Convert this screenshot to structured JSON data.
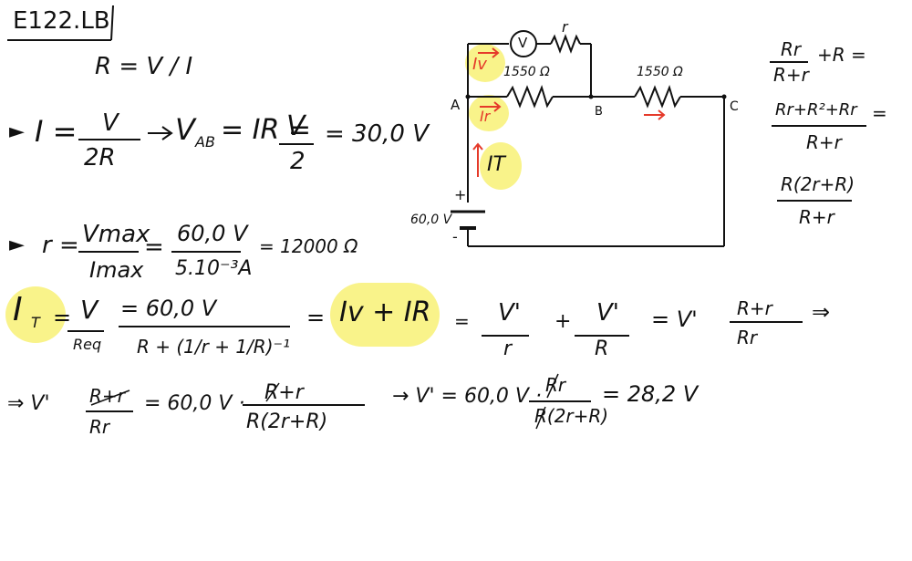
{
  "header": {
    "title": "E122.LB"
  },
  "formulas": {
    "ohm": "R = V / I",
    "f1": {
      "lhs": "I =",
      "num": "V",
      "den": "2R",
      "vab": "V",
      "vab_sub": "AB",
      "mid": "= IR =",
      "num2": "V",
      "den2": "2",
      "result": "= 30,0 V"
    },
    "f2": {
      "lhs": "r =",
      "num1": "Vmax",
      "den1": "Imax",
      "eq": "=",
      "num2": "60,0 V",
      "den2": "5.10⁻³A",
      "result": "= 12000 Ω"
    },
    "f3": {
      "it": "I",
      "it_sub": "T",
      "eq": "=",
      "v": "V",
      "req": "Req",
      "num": "= 60,0 V",
      "den": "R + (1/r + 1/R)⁻¹",
      "eq2": "=",
      "iv": "Iv + IR",
      "eq3": "=",
      "n1": "V'",
      "d1": "r",
      "plus": "+",
      "n2": "V'",
      "d2": "R",
      "eq4": "= V'",
      "n3": "R+r",
      "d3": "Rr",
      "arrow": "⇒"
    },
    "f4": {
      "start": "⇒ V'",
      "n1": "R+r",
      "d1": "Rr",
      "eq": "= 60,0 V ·",
      "n2": "R+r",
      "d2": "R(2r+R)",
      "arrow": "→ V' = 60,0 V ·",
      "n3": "Rr",
      "d3": "R(2r+R)",
      "result": "= 28,2 V"
    },
    "side": {
      "n1": "Rr",
      "d1": "R+r",
      "tail": "+R =",
      "n2": "Rr+R²+Rr",
      "d2": "R+r",
      "eq2": "=",
      "n3": "R(2r+R)",
      "d3": "R+r"
    }
  },
  "circuit": {
    "node_a": "A",
    "node_b": "B",
    "node_c": "C",
    "voltmeter": "V",
    "r_label": "r",
    "r1_label": "1550 Ω",
    "r2_label": "1550 Ω",
    "battery_label": "60,0 V",
    "plus": "+",
    "minus": "-",
    "iv_label": "Iv",
    "ir_label": "Ir",
    "it_label": "IT"
  },
  "colors": {
    "ink": "#111111",
    "arrow_red": "#e53a2a",
    "highlight": "#f9f38a"
  }
}
